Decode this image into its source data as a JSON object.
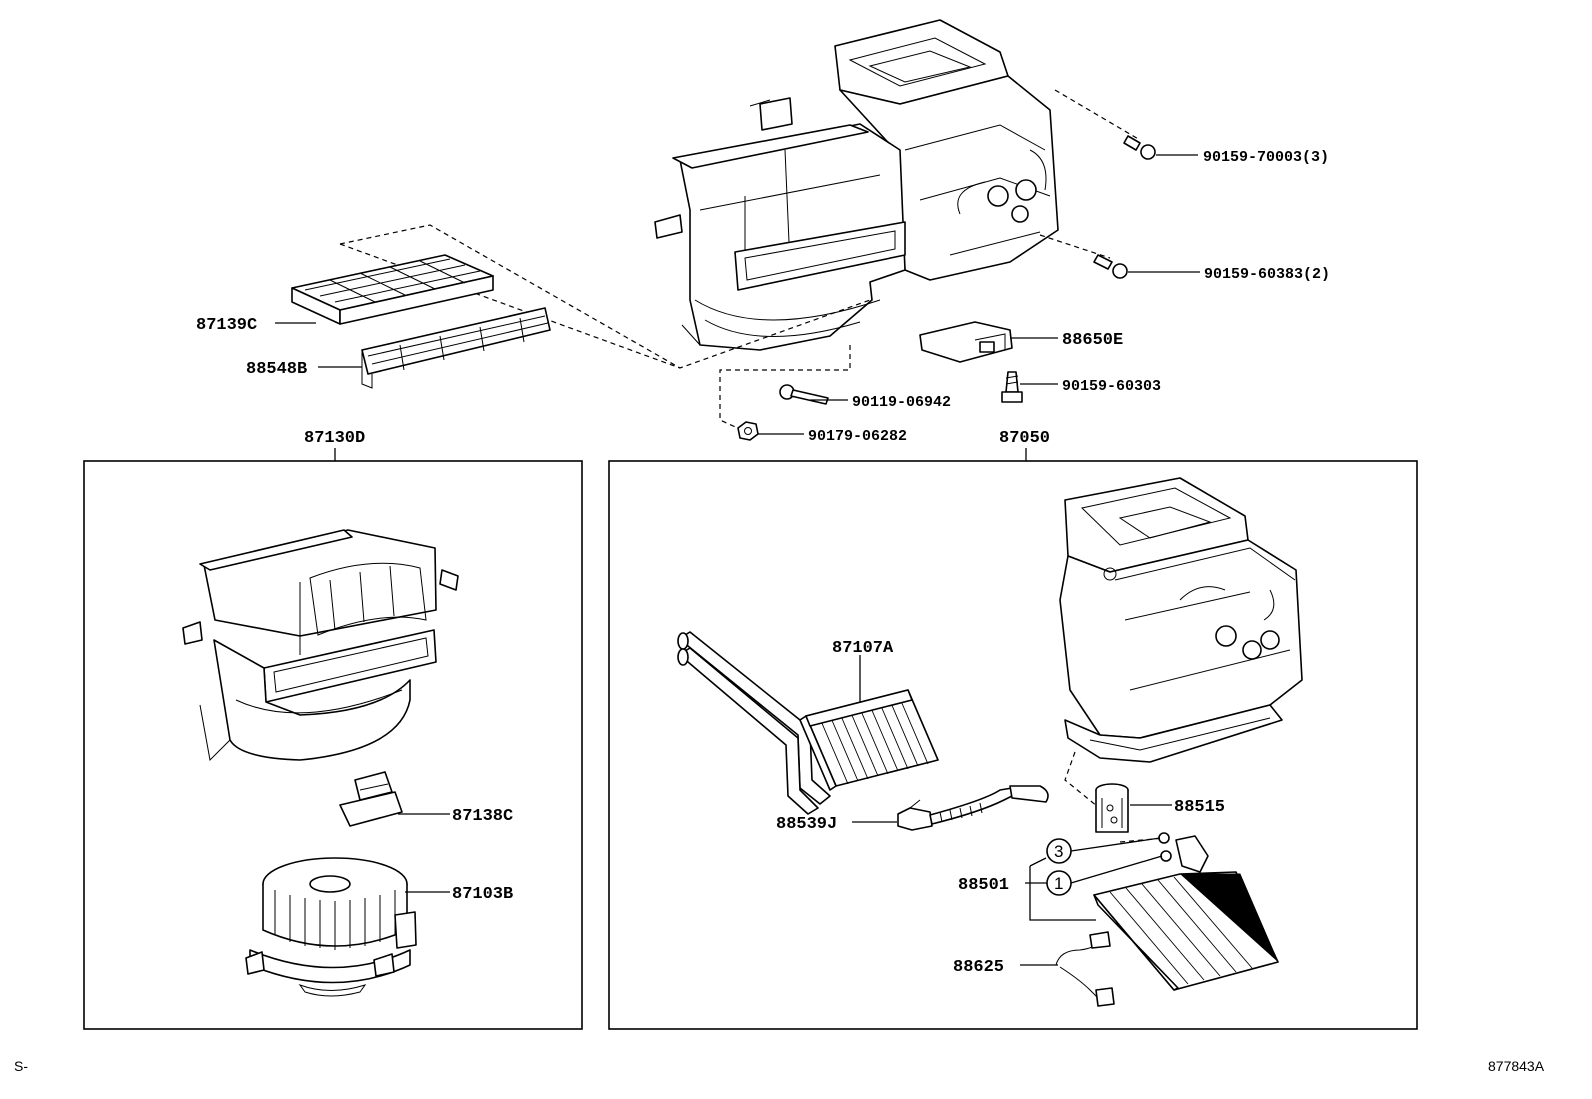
{
  "callouts": {
    "p90159_70003": "90159-70003(3)",
    "p90159_60383": "90159-60383(2)",
    "p87139C": "87139C",
    "p88548B": "88548B",
    "p88650E": "88650E",
    "p90159_60303": "90159-60303",
    "p90119_06942": "90119-06942",
    "p90179_06282": "90179-06282",
    "p87130D": "87130D",
    "p87050": "87050",
    "p87138C": "87138C",
    "p87103B": "87103B",
    "p87107A": "87107A",
    "p88539J": "88539J",
    "p88515": "88515",
    "p88501": "88501",
    "p88625": "88625"
  },
  "circled": {
    "three": "3",
    "one": "1"
  },
  "footer": {
    "left_mark": "S-",
    "diagram_id": "877843A"
  }
}
